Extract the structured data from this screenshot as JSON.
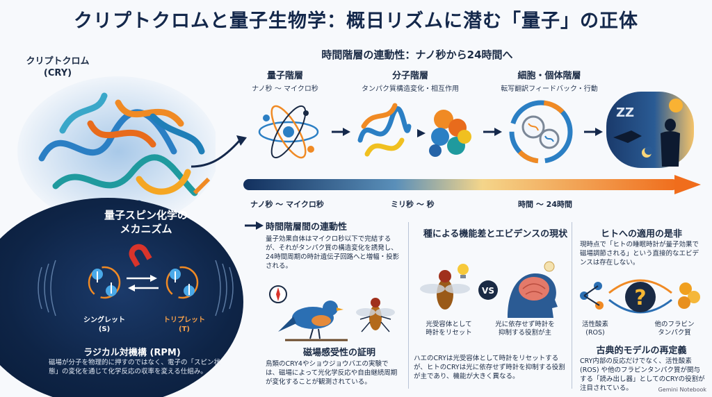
{
  "title": "クリプトクロムと量子生物学：概日リズムに潜む「量子」の正体",
  "cry_label": "クリプトクロム\n(CRY)",
  "time_section": {
    "heading": "時間階層の連動性：ナノ秒から24時間へ",
    "layers": [
      {
        "title": "量子階層",
        "subtitle": "ナノ秒 〜 マイクロ秒"
      },
      {
        "title": "分子階層",
        "subtitle": "タンパク質構造変化・相互作用"
      },
      {
        "title": "細胞・個体階層",
        "subtitle": "転写翻訳フィードバック・行動"
      }
    ],
    "timeline_labels": [
      "ナノ秒 〜 マイクロ秒",
      "ミリ秒 〜 秒",
      "時間 〜 24時間"
    ]
  },
  "mechanism": {
    "title": "量子スピン化学の\nメカニズム",
    "singlet": "シングレット\n(S)",
    "triplet": "トリプレット\n(T)",
    "rpm_title": "ラジカル対機構 (RPM)",
    "rpm_text": "磁場が分子を物理的に押すのではなく、電子の「スピン状態」の変化を通じて化学反応の収率を変える仕組み。"
  },
  "linkage": {
    "heading": "時間階層間の連動性",
    "text": "量子効果自体はマイクロ秒以下で完結するが、それがタンパク質の構造変化を誘発し、24時間周期の時計遺伝子回路へと増幅・投影される。"
  },
  "magnetic": {
    "heading": "磁場感受性の証明",
    "text": "鳥類のCRY4やショウジョウバエの実験では、磁場によって光化学反応や自由継続周期が変化することが観測されている。"
  },
  "species": {
    "heading": "種による機能差とエビデンスの現状",
    "vs_label": "VS",
    "fly_caption": "光受容体として\n時計をリセット",
    "human_caption": "光に依存せず時計を\n抑制する役割が主",
    "text": "ハエのCRYは光受容体として時計をリセットするが、ヒトのCRYは光に依存せず時計を抑制する役割が主であり、機能が大きく異なる。"
  },
  "human": {
    "heading": "ヒトへの適用の是非",
    "text": "現時点で「ヒトの睡眠時計が量子効果で磁場調節される」という直接的なエビデンスは存在しない。",
    "ros_label": "活性酸素\n(ROS)",
    "flavo_label": "他のフラビン\nタンパク質",
    "classic_heading": "古典的モデルの再定義",
    "classic_text": "CRY内部の反応だけでなく、活性酸素 (ROS) や他のフラビンタンパク質が関与する「読み出し器」としてのCRYの役割が注目されている。"
  },
  "footer": "Gemini Notebook",
  "icons": {
    "sleep": "ZZ",
    "question": "?"
  }
}
